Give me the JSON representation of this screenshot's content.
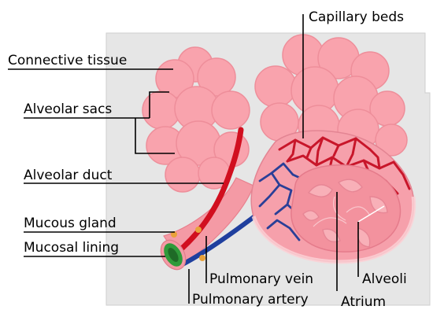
{
  "labels": {
    "connective_tissue": "Connective tissue",
    "alveolar_sacs": "Alveolar sacs",
    "alveolar_duct": "Alveolar duct",
    "mucous_gland": "Mucous gland",
    "mucosal_lining": "Mucosal lining",
    "capillary_beds": "Capillary beds",
    "pulmonary_vein": "Pulmonary vein",
    "pulmonary_artery": "Pulmonary artery",
    "alveoli": "Alveoli",
    "atrium": "Atrium"
  },
  "colors": {
    "background_panel": "#e6e6e6",
    "alveolus_fill": "#f9a3ad",
    "alveolus_edge": "#ee8e9a",
    "artery_red": "#d10f1f",
    "vein_blue": "#1f3f9e",
    "mucosa_green": "#2f9a3a",
    "gland_orange": "#e9a23b"
  }
}
